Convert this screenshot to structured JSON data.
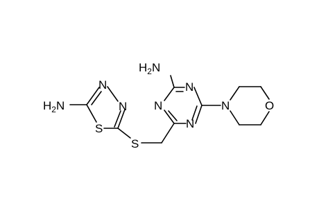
{
  "molecule": {
    "atoms": {
      "amine_left": {
        "main": "H",
        "sub": "2",
        "tail": "N"
      },
      "thiadiazole_n3": "N",
      "thiadiazole_n4": "N",
      "thiadiazole_s": "S",
      "thioether_s": "S",
      "amine_top": {
        "main": "H",
        "sub": "2",
        "tail": "N"
      },
      "triazine_n_top": "N",
      "triazine_n_left": "N",
      "triazine_n_bottom": "N",
      "morpholine_n": "N",
      "morpholine_o": "O"
    },
    "colors": {
      "bond": "#000000",
      "text": "#000000",
      "background": "#ffffff"
    }
  }
}
